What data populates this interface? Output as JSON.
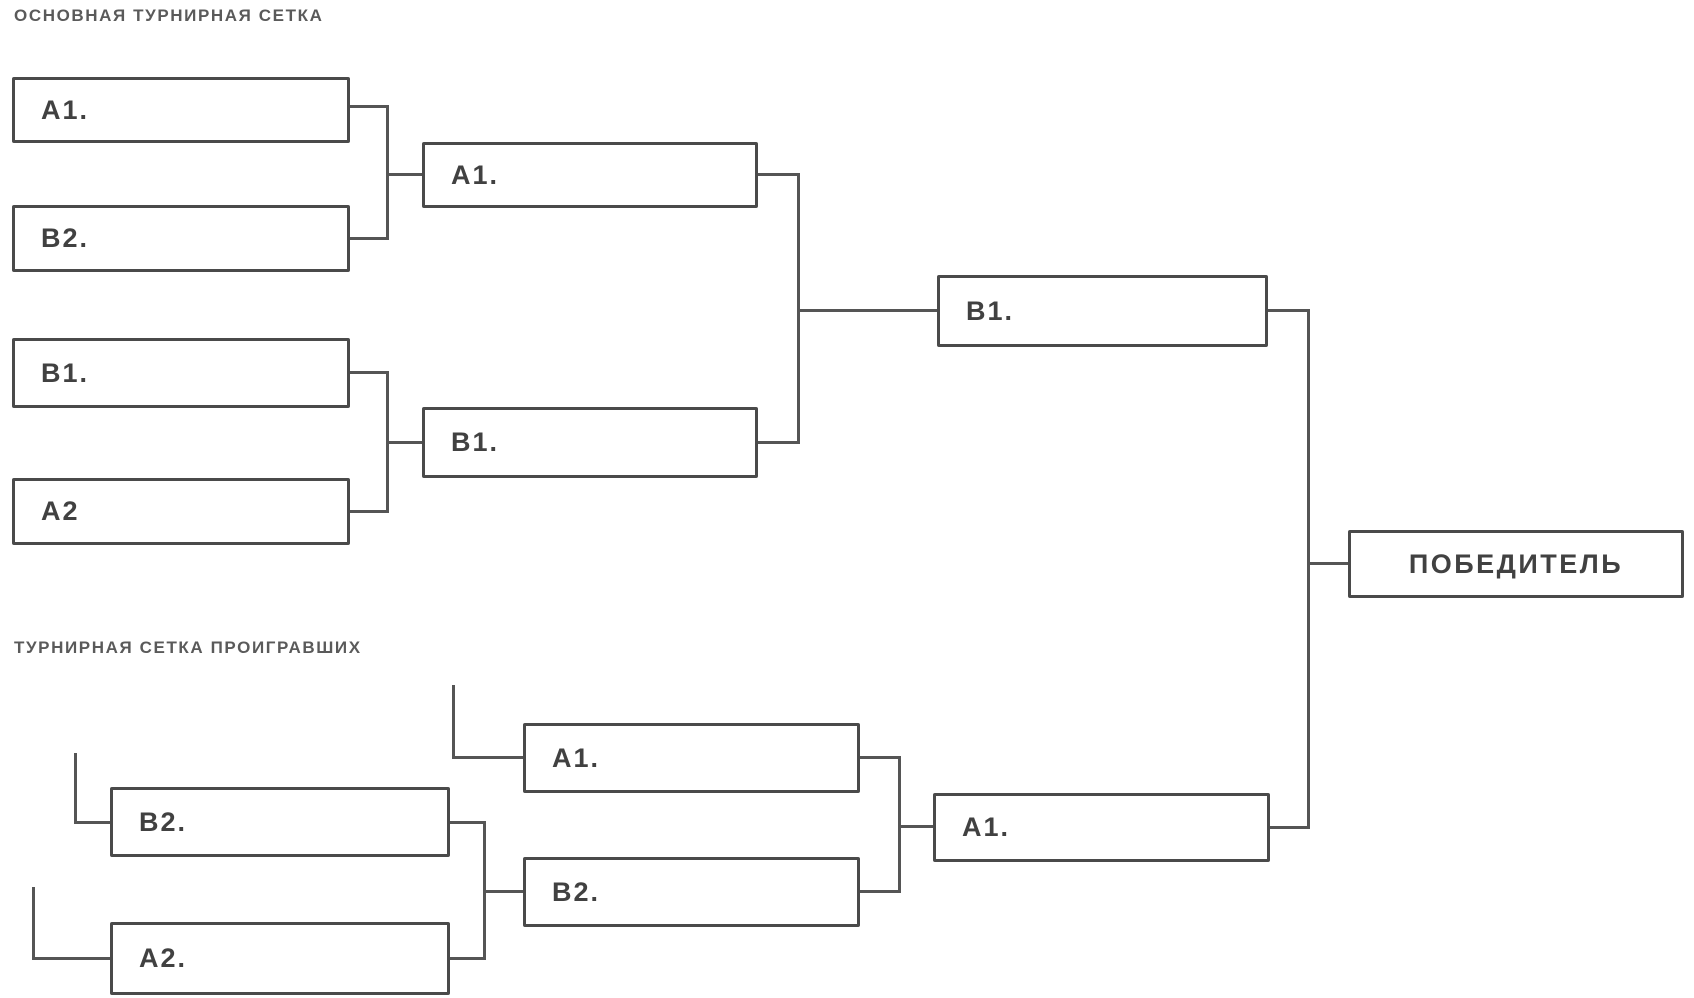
{
  "winners_bracket": {
    "title": "ОСНОВНАЯ ТУРНИРНАЯ СЕТКА",
    "round1": [
      {
        "label": "А1."
      },
      {
        "label": "В2."
      },
      {
        "label": "В1."
      },
      {
        "label": "А2"
      }
    ],
    "round2": [
      {
        "label": "А1."
      },
      {
        "label": "В1."
      }
    ],
    "final": {
      "label": "В1."
    }
  },
  "losers_bracket": {
    "title": "ТУРНИРНАЯ СЕТКА ПРОИГРАВШИХ",
    "round1": [
      {
        "label": "В2."
      },
      {
        "label": "А2."
      }
    ],
    "round2": [
      {
        "label": "А1."
      },
      {
        "label": "В2."
      }
    ],
    "final": {
      "label": "А1."
    }
  },
  "champion": {
    "label": "ПОБЕДИТЕЛЬ"
  },
  "colors": {
    "line": "#555555",
    "border": "#4a4a4a",
    "text": "#414141",
    "background": "#ffffff"
  }
}
